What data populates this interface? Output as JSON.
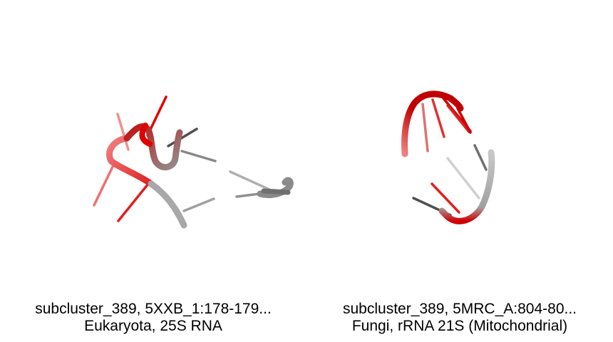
{
  "panels": [
    {
      "id": "5XXB",
      "caption_line1": "subcluster_389, 5XXB_1:178-179...",
      "caption_line2": "Eukaryota, 25S RNA"
    },
    {
      "id": "5MRC",
      "caption_line1": "subcluster_389, 5MRC_A:804-80...",
      "caption_line2": "Fungi, rRNA 21S (Mitochondrial)"
    }
  ],
  "colors": {
    "background": "#ffffff",
    "strand_red": "#d40000",
    "strand_pink": "#f07070",
    "strand_dark": "#505050",
    "strand_gray": "#a0a0a0",
    "text": "#000000"
  }
}
